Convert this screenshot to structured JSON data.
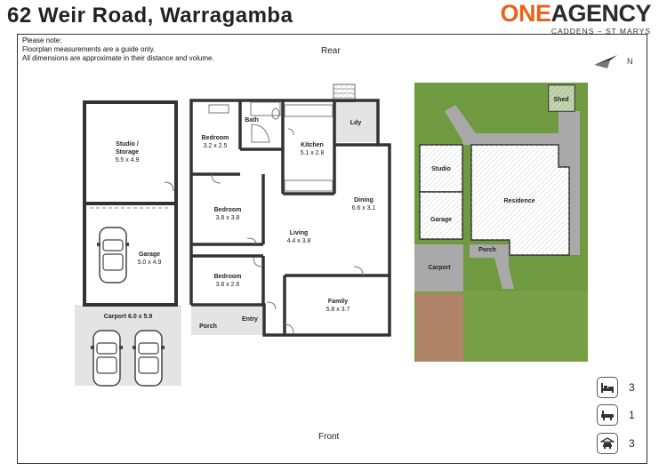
{
  "header": {
    "title": "62 Weir Road, Warragamba"
  },
  "brand": {
    "one": "ONE",
    "agency": "AGENCY",
    "sub": "CADDENS – ST MARYS"
  },
  "notes": [
    "Please note:",
    "Floorplan measurements are a guide only.",
    "All dimensions are approximate in their distance and volume."
  ],
  "orientation": {
    "rear": "Rear",
    "front": "Front",
    "north": "N"
  },
  "rooms": {
    "studio": {
      "name1": "Studio /",
      "name2": "Storage",
      "dims": "5.5 x 4.9"
    },
    "garage": {
      "name": "Garage",
      "dims": "5.0 x 4.9"
    },
    "carport": {
      "name": "Carport 6.0 x 5.9"
    },
    "bedroom1": {
      "name": "Bedroom",
      "dims": "3.2 x 2.5"
    },
    "bath": {
      "name": "Bath"
    },
    "kitchen": {
      "name": "Kitchen",
      "dims": "5.1 x 2.8"
    },
    "laundry": {
      "name": "Ldy"
    },
    "bedroom2": {
      "name": "Bedroom",
      "dims": "3.8 x 3.8"
    },
    "living": {
      "name": "Living",
      "dims": "4.4 x 3.8"
    },
    "dining": {
      "name": "Dining",
      "dims": "6.6 x 3.1"
    },
    "bedroom3": {
      "name": "Bedroom",
      "dims": "3.8 x 2.6"
    },
    "family": {
      "name": "Family",
      "dims": "5.8 x 3.7"
    },
    "porch": {
      "name": "Porch"
    },
    "entry": {
      "name": "Entry"
    }
  },
  "siteplan": {
    "shed": "Shed",
    "studio": "Studio",
    "garage": "Garage",
    "residence": "Residence",
    "porch": "Porch",
    "carport": "Carport"
  },
  "stats": [
    {
      "icon": "bed-icon",
      "value": "3"
    },
    {
      "icon": "bath-icon",
      "value": "1"
    },
    {
      "icon": "car-icon",
      "value": "3"
    }
  ],
  "colors": {
    "lawn": "#6f9a3f",
    "driveway": "#a9a9a9",
    "dirt": "#b08468",
    "accent": "#e8631c"
  }
}
